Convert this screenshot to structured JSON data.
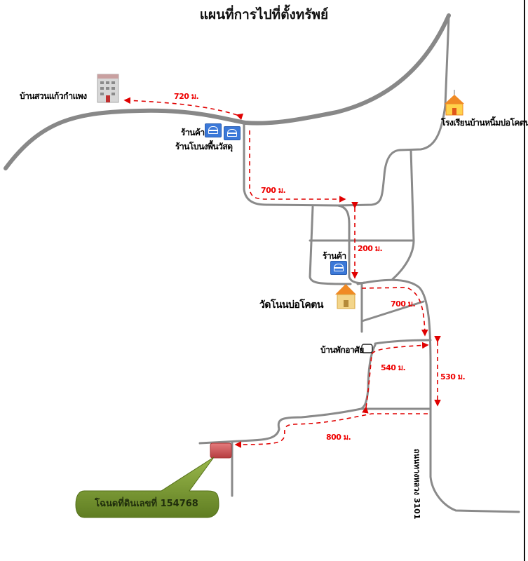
{
  "title": "แผนที่การไปที่ตั้งทรัพย์",
  "landmarks": {
    "hotel": "บ้านสวนแก้วกำแพง",
    "shop1": "ร้านค้า",
    "hardware_shop": "ร้านโบนงพื้นวัสดุ",
    "school": "โรงเรียนบ้านหนิ้มบ่อโคตน",
    "shop2": "ร้านค้า",
    "temple": "วัดโนนบ่อโคตน",
    "village_house": "บ้านพักอาศัย"
  },
  "distances": {
    "d1": "720 ม.",
    "d2": "700 ม.",
    "d3": "200 ม.",
    "d4": "700 ม.",
    "d5": "540 ม.",
    "d6": "530 ม.",
    "d7": "800 ม."
  },
  "road_label": "ถนนทางหลวง 3101",
  "callout": "โฉนดที่ดินเลขที่ 154768",
  "colors": {
    "road": "#8a8a8a",
    "route": "#e00000",
    "callout": "#7d9b35",
    "plot": "#d9595c",
    "shop_icon": "#3b78d8"
  },
  "icons": [
    "hotel-icon",
    "shop-icon",
    "school-icon",
    "temple-icon",
    "house-icon",
    "land-plot-icon"
  ]
}
